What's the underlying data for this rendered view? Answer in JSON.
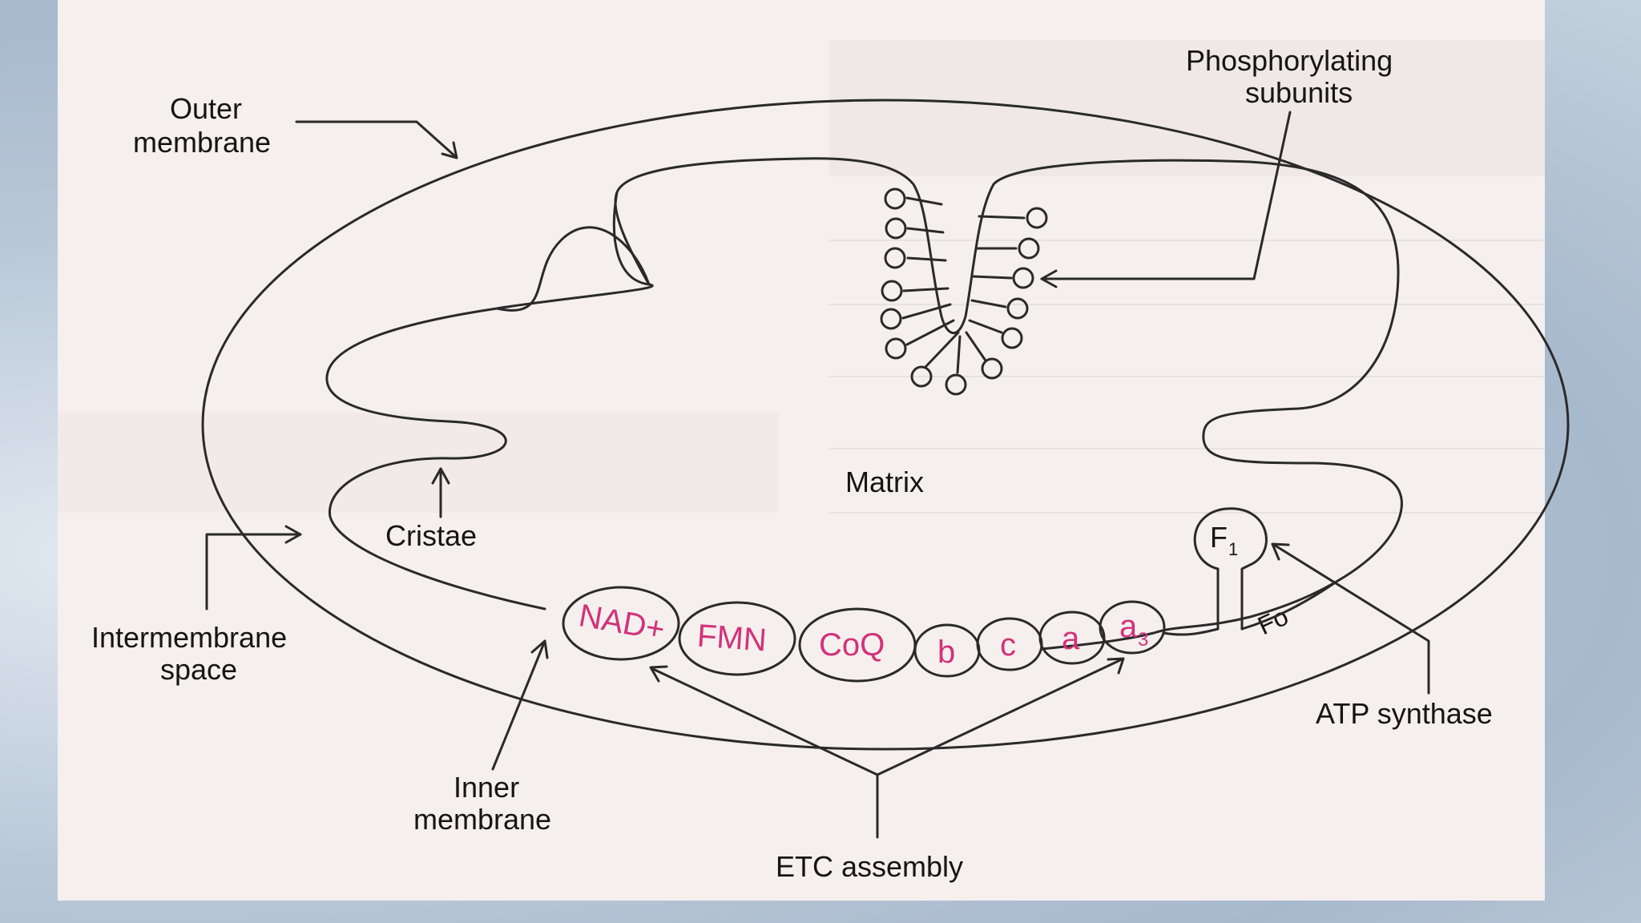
{
  "labels": {
    "outer_membrane_line1": "Outer",
    "outer_membrane_line2": "membrane",
    "phosphorylating_line1": "Phosphorylating",
    "phosphorylating_line2": "subunits",
    "matrix": "Matrix",
    "cristae": "Cristae",
    "intermembrane_line1": "Intermembrane",
    "intermembrane_line2": "space",
    "inner_membrane_line1": "Inner",
    "inner_membrane_line2": "membrane",
    "etc_assembly": "ETC assembly",
    "atp_synthase": "ATP synthase",
    "f1": "F",
    "f1_sub": "1",
    "fo": "Fo"
  },
  "etc_components": {
    "nad": "NAD+",
    "fmn": "FMN",
    "coq": "CoQ",
    "b": "b",
    "c": "c",
    "a": "a",
    "a3": "a",
    "a3_sub": "3"
  },
  "colors": {
    "etc_text": "#d2327a",
    "line": "#2a2a2a",
    "panel": "#f5efee"
  }
}
